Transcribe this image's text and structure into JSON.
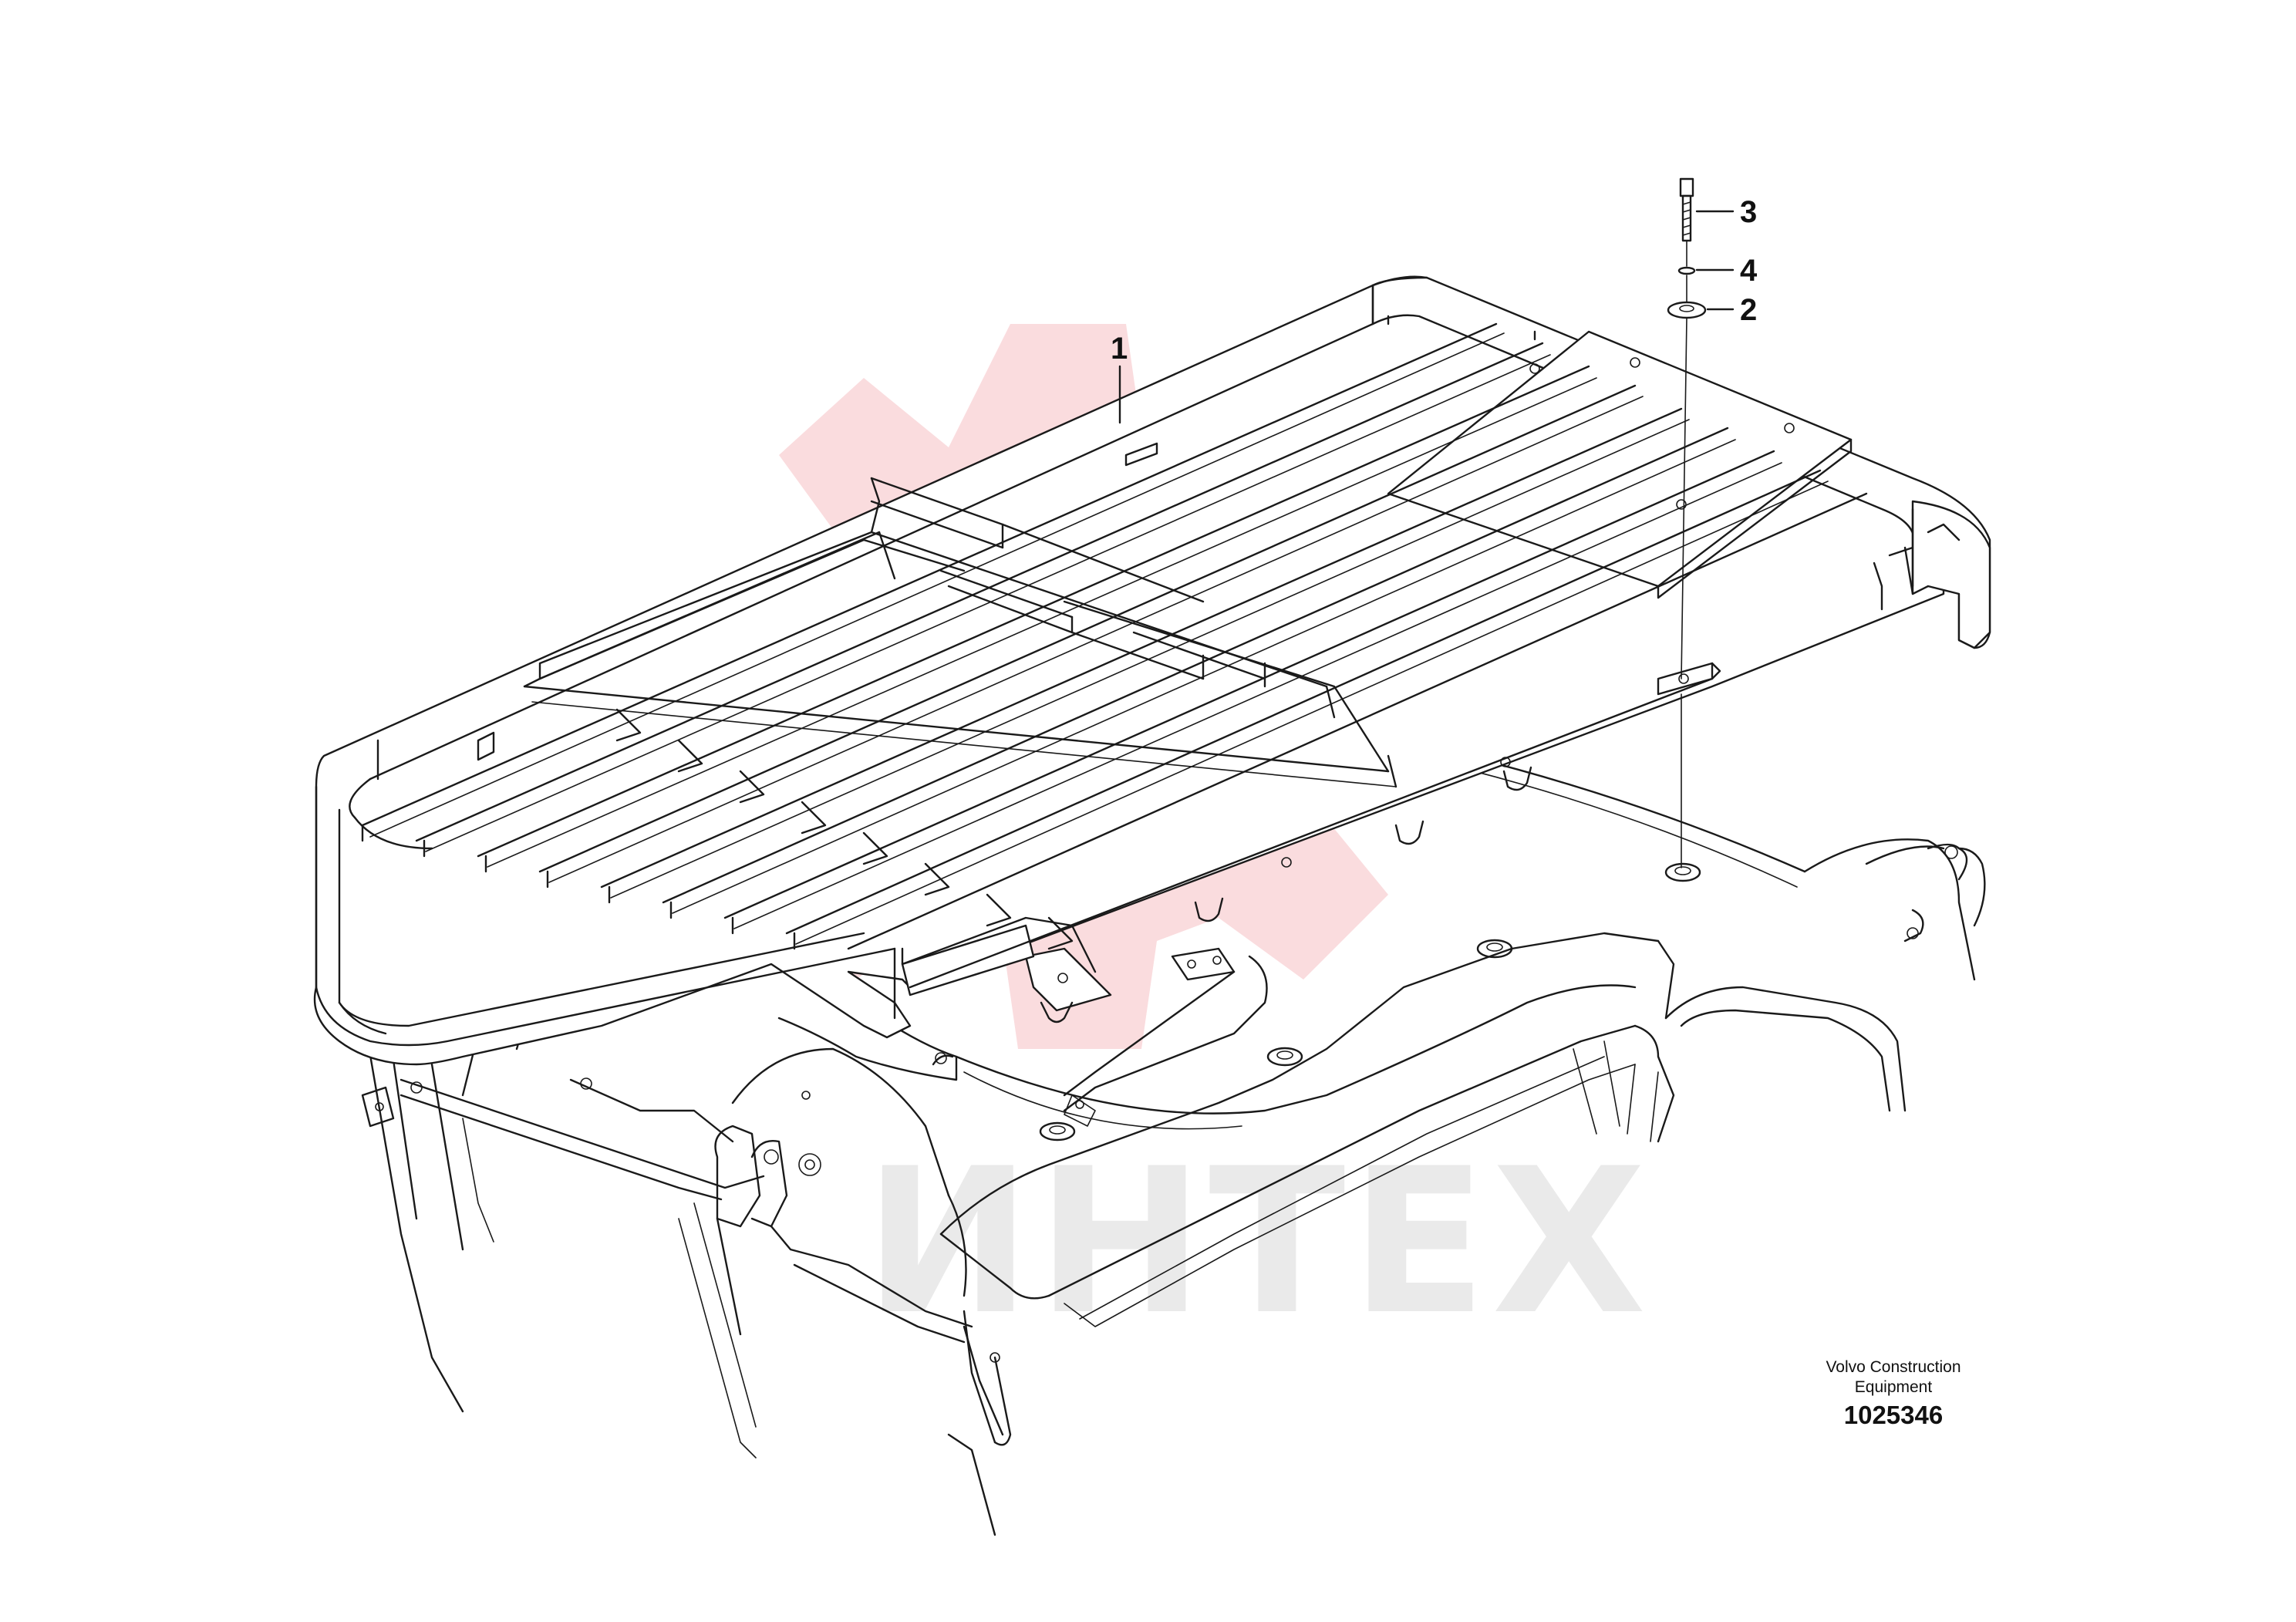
{
  "diagram": {
    "watermark_text": "ИНТЕХ",
    "watermark_color": "#f3a3a8",
    "watermark_text_color": "#d9d9d9",
    "callouts": [
      {
        "label": "1",
        "part": "rack"
      },
      {
        "label": "2",
        "part": "washer"
      },
      {
        "label": "3",
        "part": "bolt"
      },
      {
        "label": "4",
        "part": "lock-washer"
      }
    ],
    "caption": {
      "line1": "Volvo Construction",
      "line2": "Equipment",
      "id": "1025346"
    }
  }
}
